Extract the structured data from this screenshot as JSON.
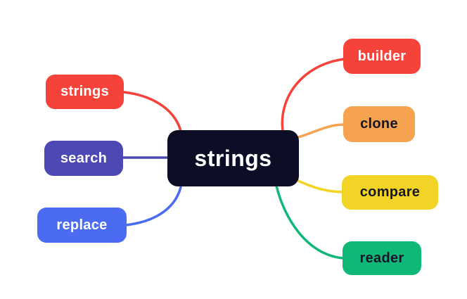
{
  "diagram": {
    "type": "mindmap",
    "background_color": "#ffffff",
    "root": {
      "label": "strings",
      "color": "#0d0d26",
      "text_color": "#ffffff"
    },
    "left_branches": [
      {
        "label": "strings",
        "color": "#f5433a",
        "text_color": "#ffffff"
      },
      {
        "label": "search",
        "color": "#4d49b4",
        "text_color": "#ffffff"
      },
      {
        "label": "replace",
        "color": "#4a6bf2",
        "text_color": "#ffffff"
      }
    ],
    "right_branches": [
      {
        "label": "builder",
        "color": "#f5433a",
        "text_color": "#ffffff"
      },
      {
        "label": "clone",
        "color": "#f5a34e",
        "text_color": "#16162a"
      },
      {
        "label": "compare",
        "color": "#f2d426",
        "text_color": "#16162a"
      },
      {
        "label": "reader",
        "color": "#10b878",
        "text_color": "#16162a"
      }
    ]
  }
}
